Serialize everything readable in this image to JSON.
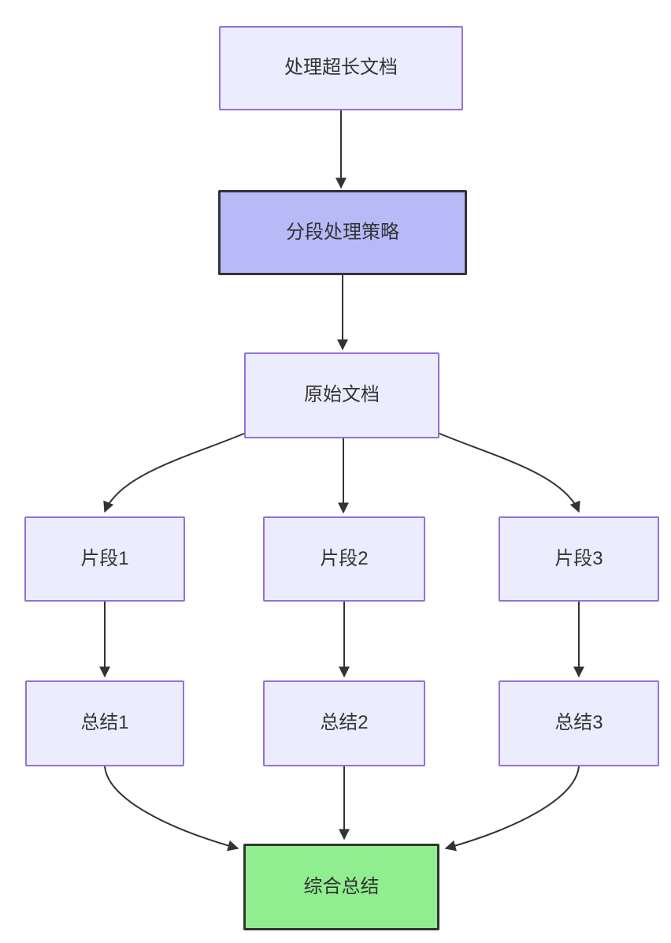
{
  "diagram": {
    "type": "flowchart",
    "direction": "top-down",
    "background_color": "#FFFFFF",
    "colors": {
      "default_node_fill": "#ECECFF",
      "default_node_border": "#9370DB",
      "highlight_node_fill": "#B9B9F8",
      "highlight_node_border": "#333333",
      "result_node_fill": "#90EE90",
      "result_node_border": "#333333",
      "edge_color": "#333333",
      "text_color": "#333333"
    },
    "nodes": [
      {
        "id": "process",
        "label": "处理超长文档",
        "style": "default"
      },
      {
        "id": "strategy",
        "label": "分段处理策略",
        "style": "highlight"
      },
      {
        "id": "original",
        "label": "原始文档",
        "style": "default"
      },
      {
        "id": "fragment1",
        "label": "片段1",
        "style": "default"
      },
      {
        "id": "fragment2",
        "label": "片段2",
        "style": "default"
      },
      {
        "id": "fragment3",
        "label": "片段3",
        "style": "default"
      },
      {
        "id": "summary1",
        "label": "总结1",
        "style": "default"
      },
      {
        "id": "summary2",
        "label": "总结2",
        "style": "default"
      },
      {
        "id": "summary3",
        "label": "总结3",
        "style": "default"
      },
      {
        "id": "final",
        "label": "综合总结",
        "style": "result"
      }
    ],
    "edges": [
      {
        "from": "process",
        "to": "strategy"
      },
      {
        "from": "strategy",
        "to": "original"
      },
      {
        "from": "original",
        "to": "fragment1"
      },
      {
        "from": "original",
        "to": "fragment2"
      },
      {
        "from": "original",
        "to": "fragment3"
      },
      {
        "from": "fragment1",
        "to": "summary1"
      },
      {
        "from": "fragment2",
        "to": "summary2"
      },
      {
        "from": "fragment3",
        "to": "summary3"
      },
      {
        "from": "summary1",
        "to": "final"
      },
      {
        "from": "summary2",
        "to": "final"
      },
      {
        "from": "summary3",
        "to": "final"
      }
    ]
  }
}
